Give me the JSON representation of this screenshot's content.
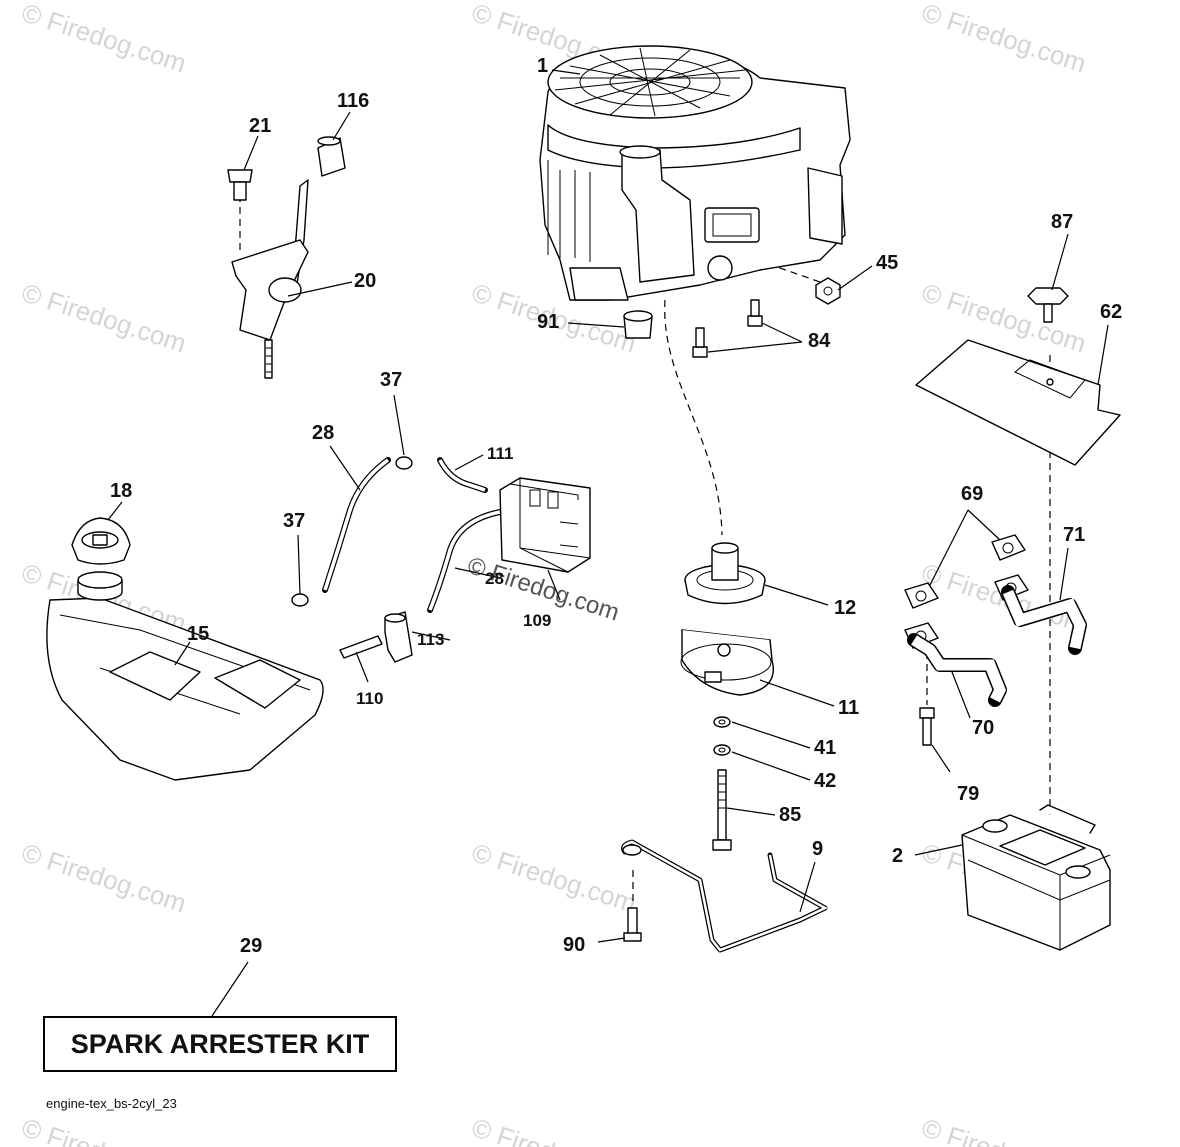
{
  "diagram": {
    "callouts": [
      "1",
      "116",
      "21",
      "20",
      "45",
      "87",
      "91",
      "84",
      "62",
      "37",
      "28",
      "111",
      "18",
      "37",
      "28",
      "109",
      "12",
      "69",
      "71",
      "15",
      "113",
      "110",
      "11",
      "70",
      "41",
      "42",
      "79",
      "85",
      "9",
      "2",
      "90",
      "29"
    ],
    "kit_label": "SPARK ARRESTER KIT",
    "footer_code": "engine-tex_bs-2cyl_23",
    "watermark": "© Firedog.com"
  }
}
